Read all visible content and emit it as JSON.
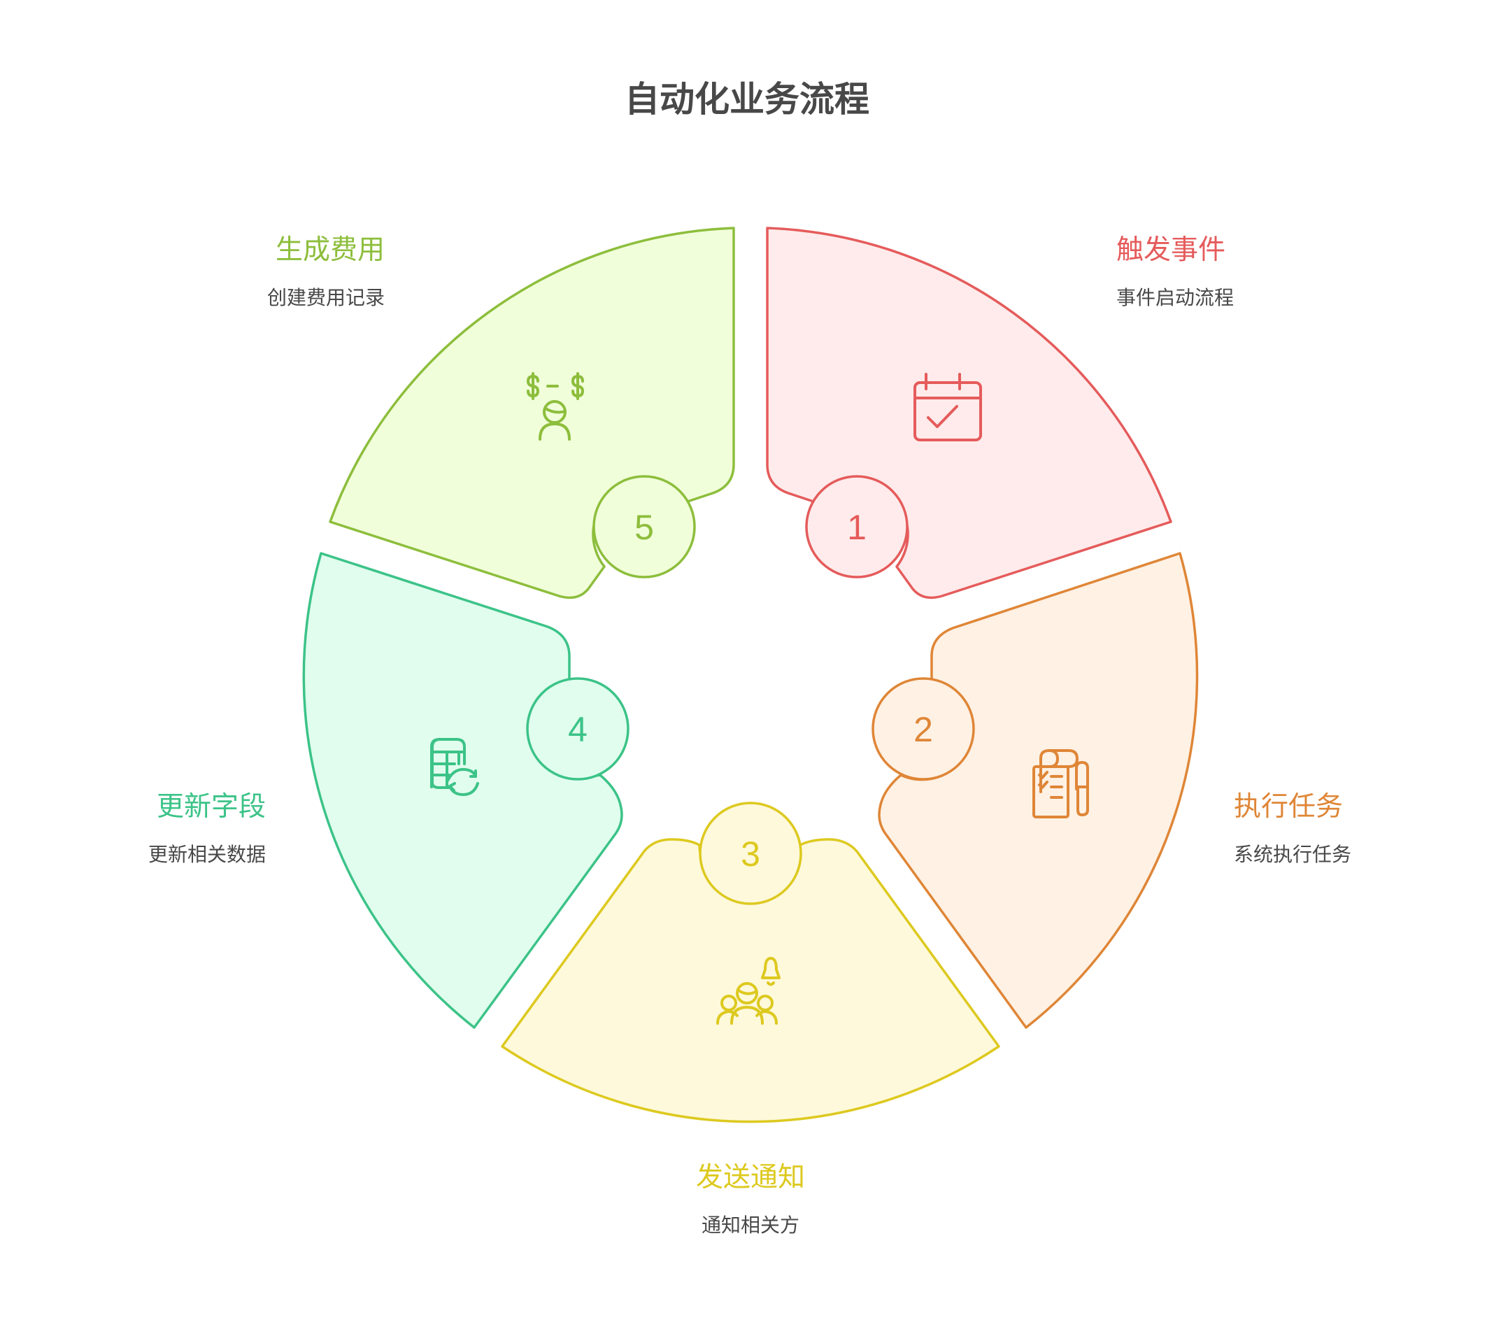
{
  "title": "自动化业务流程",
  "steps": [
    {
      "number": "1",
      "heading": "触发事件",
      "description": "事件启动流程",
      "icon": "calendar-check-icon",
      "stroke": "#E55B5B",
      "fill": "#FFEBEB"
    },
    {
      "number": "2",
      "heading": "执行任务",
      "description": "系统执行任务",
      "icon": "checklist-pen-icon",
      "stroke": "#DF8637",
      "fill": "#FFF1E4"
    },
    {
      "number": "3",
      "heading": "发送通知",
      "description": "通知相关方",
      "icon": "group-bell-icon",
      "stroke": "#DDC91F",
      "fill": "#FEF9DB"
    },
    {
      "number": "4",
      "heading": "更新字段",
      "description": "更新相关数据",
      "icon": "table-refresh-icon",
      "stroke": "#3CC388",
      "fill": "#E0FDEE"
    },
    {
      "number": "5",
      "heading": "生成费用",
      "description": "创建费用记录",
      "icon": "dollar-person-icon",
      "stroke": "#8DBE3C",
      "fill": "#F1FEDA"
    }
  ],
  "text_color": "#484848"
}
